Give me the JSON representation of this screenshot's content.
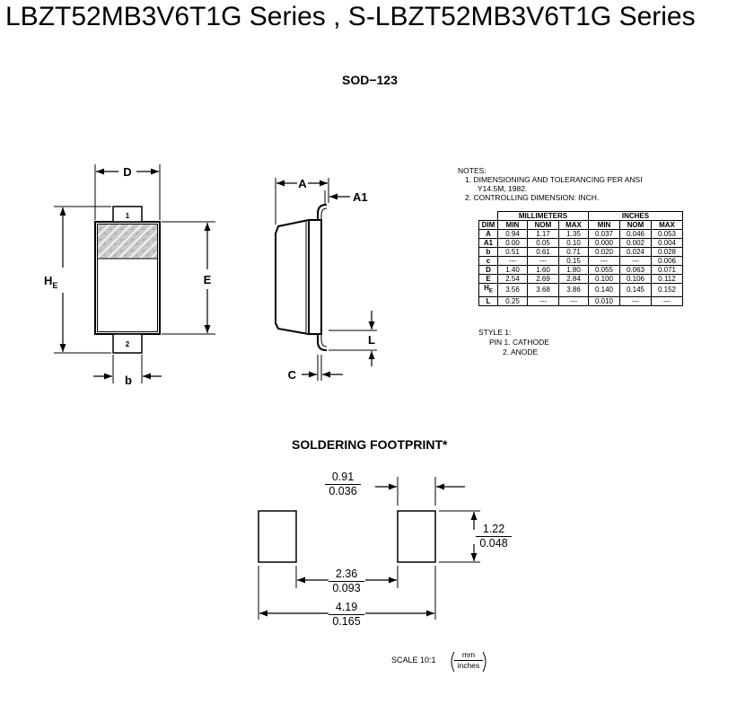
{
  "title": "LBZT52MB3V6T1G Series , S-LBZT52MB3V6T1G Series",
  "package": {
    "name": "SOD−123",
    "labels": {
      "D": "D",
      "A": "A",
      "A1": "A1",
      "HE_main": "H",
      "HE_sub": "E",
      "E": "E",
      "L": "L",
      "C": "C",
      "b": "b",
      "pin1": "1",
      "pin2": "2"
    }
  },
  "notes": {
    "heading": "NOTES:",
    "lines": [
      "1.  DIMENSIONING AND TOLERANCING PER ANSI",
      "     Y14.5M, 1982.",
      "2.  CONTROLLING DIMENSION: INCH."
    ]
  },
  "dim_table": {
    "group_headers": [
      "MILLIMETERS",
      "INCHES"
    ],
    "columns": [
      "DIM",
      "MIN",
      "NOM",
      "MAX",
      "MIN",
      "NOM",
      "MAX"
    ],
    "rows": [
      {
        "dim": "A",
        "sub": "",
        "cells": [
          "0.94",
          "1.17",
          "1.35",
          "0.037",
          "0.046",
          "0.053"
        ]
      },
      {
        "dim": "A1",
        "sub": "",
        "cells": [
          "0.00",
          "0.05",
          "0.10",
          "0.000",
          "0.002",
          "0.004"
        ]
      },
      {
        "dim": "b",
        "sub": "",
        "cells": [
          "0.51",
          "0.61",
          "0.71",
          "0.020",
          "0.024",
          "0.028"
        ]
      },
      {
        "dim": "c",
        "sub": "",
        "cells": [
          "---",
          "---",
          "0.15",
          "---",
          "---",
          "0.006"
        ]
      },
      {
        "dim": "D",
        "sub": "",
        "cells": [
          "1.40",
          "1.60",
          "1.80",
          "0.055",
          "0.063",
          "0.071"
        ]
      },
      {
        "dim": "E",
        "sub": "",
        "cells": [
          "2.54",
          "2.69",
          "2.84",
          "0.100",
          "0.106",
          "0.112"
        ]
      },
      {
        "dim": "H",
        "sub": "E",
        "cells": [
          "3.56",
          "3.68",
          "3.86",
          "0.140",
          "0.145",
          "0.152"
        ]
      },
      {
        "dim": "L",
        "sub": "",
        "cells": [
          "0.25",
          "---",
          "---",
          "0.010",
          "---",
          "---"
        ]
      }
    ]
  },
  "style_block": {
    "heading": "STYLE 1:",
    "lines": [
      "PIN 1. CATHODE",
      "2. ANODE"
    ]
  },
  "footprint": {
    "heading": "SOLDERING FOOTPRINT*",
    "pad_width": {
      "mm": "0.91",
      "in": "0.036"
    },
    "pad_height": {
      "mm": "1.22",
      "in": "0.048"
    },
    "inner_gap": {
      "mm": "2.36",
      "in": "0.093"
    },
    "outer_span": {
      "mm": "4.19",
      "in": "0.165"
    },
    "scale_text": "SCALE 10:1",
    "unit_num": "mm",
    "unit_den": "inches"
  }
}
